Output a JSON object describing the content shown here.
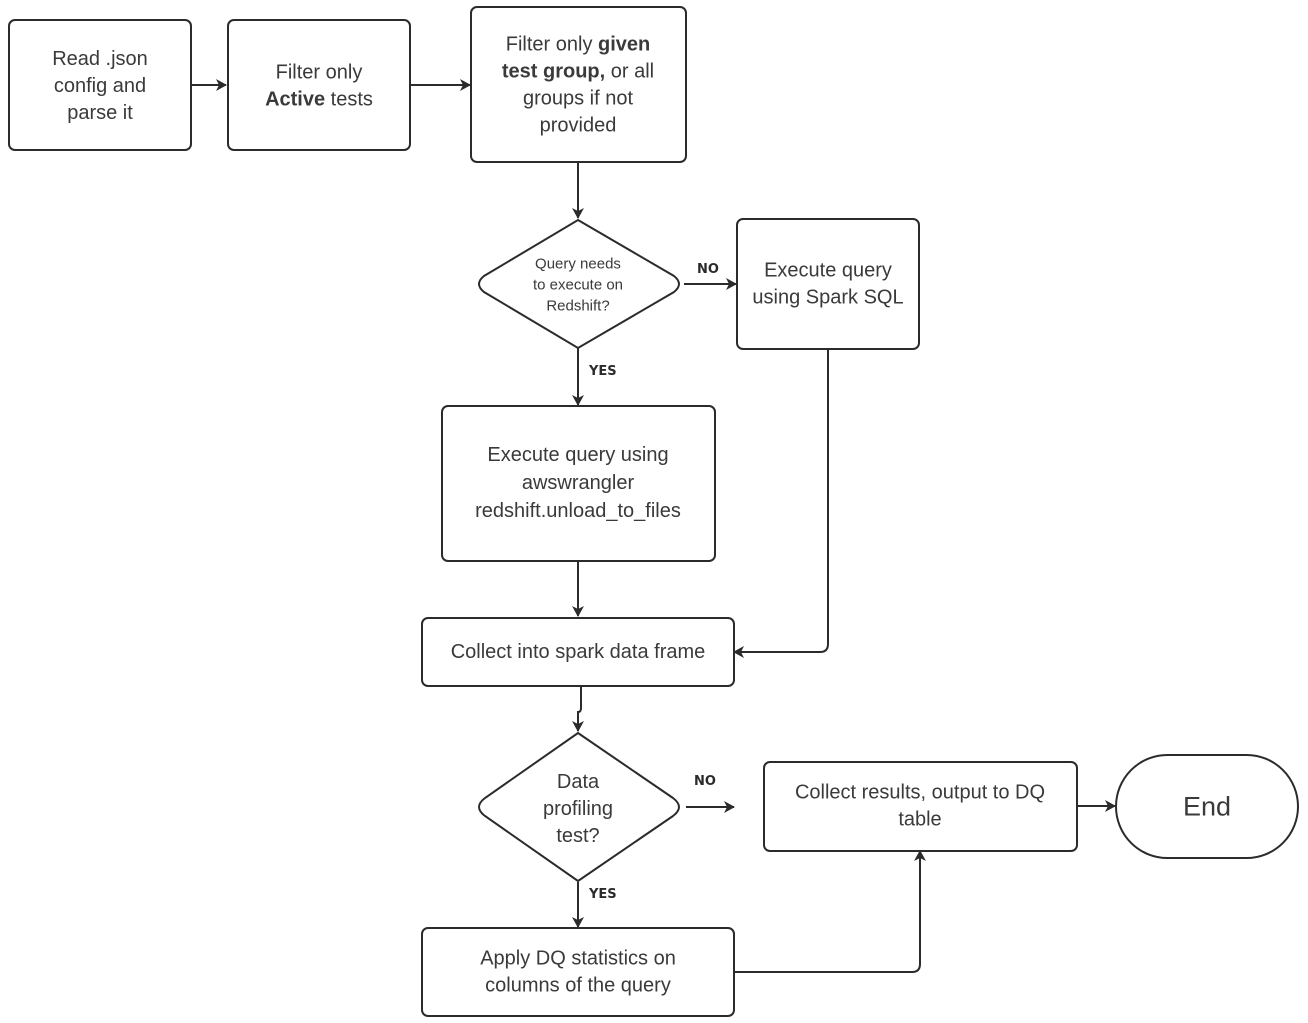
{
  "nodes": {
    "read_config": {
      "lines": [
        [
          {
            "t": "Read .json"
          }
        ],
        [
          {
            "t": "config and"
          }
        ],
        [
          {
            "t": "parse it"
          }
        ]
      ]
    },
    "filter_active": {
      "lines": [
        [
          {
            "t": "Filter only"
          }
        ],
        [
          {
            "t": "Active",
            "b": true
          },
          {
            "t": " tests"
          }
        ]
      ]
    },
    "filter_group": {
      "lines": [
        [
          {
            "t": "Filter only "
          },
          {
            "t": "given",
            "b": true
          }
        ],
        [
          {
            "t": "test group,",
            "b": true
          },
          {
            "t": " or all"
          }
        ],
        [
          {
            "t": "groups if not"
          }
        ],
        [
          {
            "t": "provided"
          }
        ]
      ]
    },
    "redshift_decision": {
      "lines": [
        [
          {
            "t": "Query needs"
          }
        ],
        [
          {
            "t": "to execute on"
          }
        ],
        [
          {
            "t": "Redshift?"
          }
        ]
      ]
    },
    "spark_sql": {
      "lines": [
        [
          {
            "t": "Execute query"
          }
        ],
        [
          {
            "t": "using Spark SQL"
          }
        ]
      ]
    },
    "awswrangler": {
      "lines": [
        [
          {
            "t": "Execute query using"
          }
        ],
        [
          {
            "t": "awswrangler"
          }
        ],
        [
          {
            "t": "redshift.unload_to_files"
          }
        ]
      ]
    },
    "collect_df": {
      "lines": [
        [
          {
            "t": "Collect into spark data frame"
          }
        ]
      ]
    },
    "profiling_decision": {
      "lines": [
        [
          {
            "t": "Data"
          }
        ],
        [
          {
            "t": "profiling"
          }
        ],
        [
          {
            "t": "test?"
          }
        ]
      ]
    },
    "collect_results": {
      "lines": [
        [
          {
            "t": "Collect results, output to DQ"
          }
        ],
        [
          {
            "t": "table"
          }
        ]
      ]
    },
    "end": {
      "lines": [
        [
          {
            "t": "End"
          }
        ]
      ]
    },
    "apply_dq": {
      "lines": [
        [
          {
            "t": "Apply DQ statistics on"
          }
        ],
        [
          {
            "t": "columns of the query"
          }
        ]
      ]
    }
  },
  "edge_labels": {
    "redshift_no": "NO",
    "redshift_yes": "YES",
    "profiling_no": "NO",
    "profiling_yes": "YES"
  }
}
